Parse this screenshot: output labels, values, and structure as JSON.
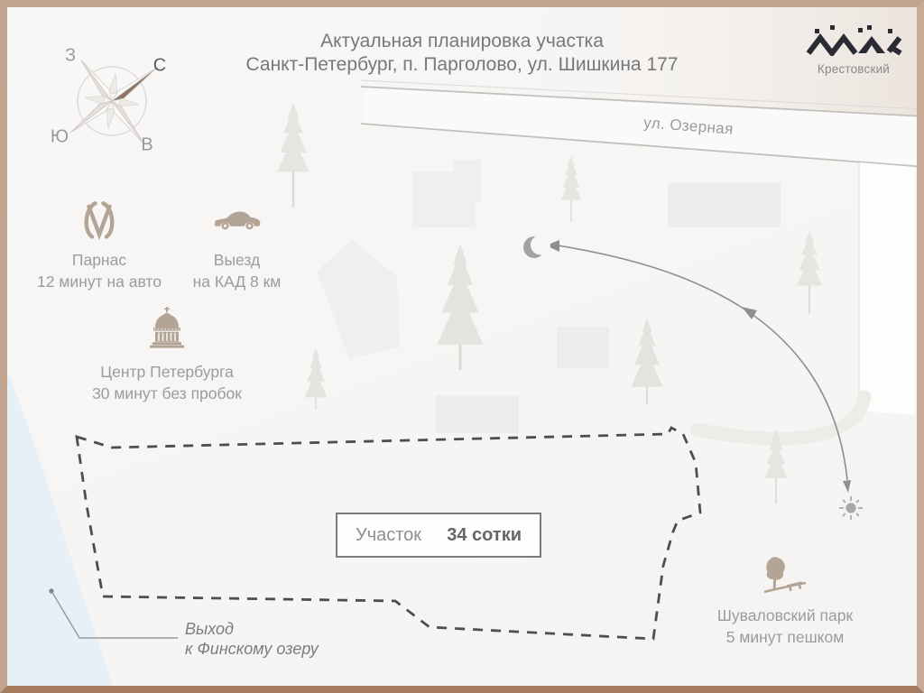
{
  "title": {
    "line1": "Актуальная планировка участка",
    "line2": "Санкт-Петербург, п. Парголово, ул. Шишкина 177"
  },
  "logo": {
    "name": "Крестовский"
  },
  "compass": {
    "north": "С",
    "south": "Ю",
    "west": "З",
    "east": "В"
  },
  "road": {
    "name": "ул. Озерная"
  },
  "pois": {
    "metro": {
      "title": "Парнас",
      "subtitle": "12 минут на авто"
    },
    "highway": {
      "title": "Выезд",
      "subtitle": "на КАД 8 км"
    },
    "center": {
      "title": "Центр Петербурга",
      "subtitle": "30 минут без пробок"
    },
    "park": {
      "title": "Шуваловский парк",
      "subtitle": "5 минут пешком"
    },
    "lake": {
      "title": "Выход",
      "subtitle": "к Финскому озеру"
    }
  },
  "plot": {
    "label": "Участок",
    "area": "34 сотки"
  },
  "colors": {
    "icon_taupe": "#b3a496",
    "frame_tan": "#c2a38e",
    "frame_bottom": "#a57a5e",
    "boundary_dash": "#4e4e4e",
    "lake_blue": "#e7eff7",
    "text_gray": "#9b9b9b",
    "title_gray": "#787878",
    "logo_dark": "#2b2b33",
    "compass_north_fill": "#8d7566"
  }
}
